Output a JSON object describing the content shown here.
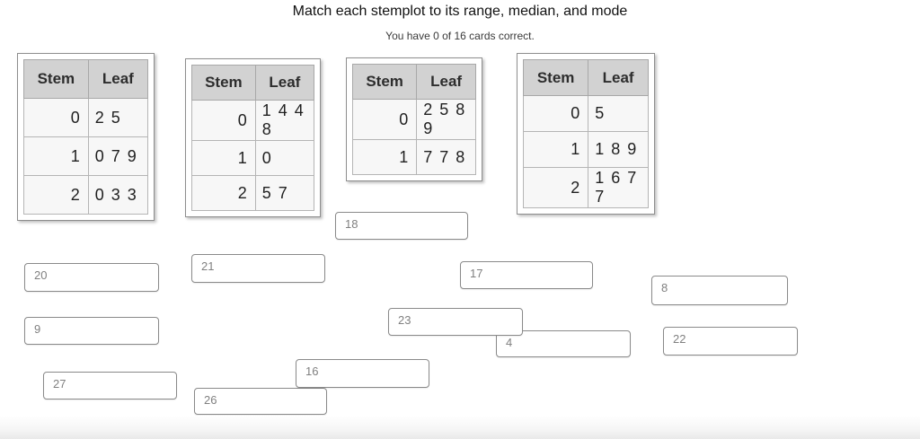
{
  "title": "Match each stemplot to its range, median, and mode",
  "subtitle": "You have 0 of 16 cards correct.",
  "table_header": {
    "stem": "Stem",
    "leaf": "Leaf"
  },
  "stemplots": [
    {
      "rows": [
        {
          "stem": "0",
          "leaf": "2 5"
        },
        {
          "stem": "1",
          "leaf": "0 7 9"
        },
        {
          "stem": "2",
          "leaf": "0 3 3"
        }
      ]
    },
    {
      "rows": [
        {
          "stem": "0",
          "leaf": "1 4 4 8"
        },
        {
          "stem": "1",
          "leaf": "0"
        },
        {
          "stem": "2",
          "leaf": "5 7"
        }
      ]
    },
    {
      "rows": [
        {
          "stem": "0",
          "leaf": "2 5 8 9"
        },
        {
          "stem": "1",
          "leaf": "7 7 8"
        }
      ]
    },
    {
      "rows": [
        {
          "stem": "0",
          "leaf": "5"
        },
        {
          "stem": "1",
          "leaf": "1 8 9"
        },
        {
          "stem": "2",
          "leaf": "1 6 7 7"
        }
      ]
    }
  ],
  "cards": [
    {
      "label": "18"
    },
    {
      "label": "20"
    },
    {
      "label": "21"
    },
    {
      "label": "17"
    },
    {
      "label": "8"
    },
    {
      "label": "9"
    },
    {
      "label": "4"
    },
    {
      "label": "23"
    },
    {
      "label": "22"
    },
    {
      "label": "27"
    },
    {
      "label": "26"
    },
    {
      "label": "16"
    }
  ],
  "colors": {
    "table_header_bg": "#d2d2d2",
    "table_cell_bg": "#f7f7f7",
    "card_border": "#8a8a8a",
    "card_text": "#808080"
  }
}
